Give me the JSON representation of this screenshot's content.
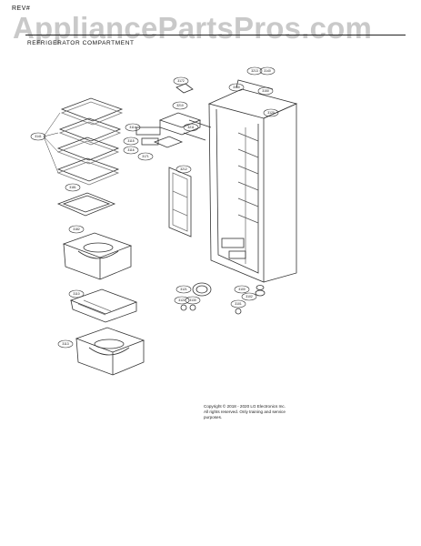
{
  "header": {
    "revision_label": "REV#",
    "watermark": "AppliancePartsPros.com",
    "section_title": "REFRIGERATOR COMPARTMENT"
  },
  "callouts": [
    {
      "label": "3141"
    },
    {
      "label": "3181"
    },
    {
      "label": "3182"
    },
    {
      "label": "3110"
    },
    {
      "label": "3113"
    },
    {
      "label": "3114"
    },
    {
      "label": "3115"
    },
    {
      "label": "3116"
    },
    {
      "label": "3171"
    },
    {
      "label": "3172"
    },
    {
      "label": "3210"
    },
    {
      "label": "3211"
    },
    {
      "label": "3212"
    },
    {
      "label": "3213"
    },
    {
      "label": "3140"
    },
    {
      "label": "3160"
    },
    {
      "label": "3150"
    },
    {
      "label": "3120"
    },
    {
      "label": "3121"
    },
    {
      "label": "3122"
    },
    {
      "label": "3130"
    },
    {
      "label": "3100"
    },
    {
      "label": "3101"
    },
    {
      "label": "3102"
    }
  ],
  "copyright": {
    "line1": "Copyright © 2018 - 2020 LG Electronics Inc.",
    "line2": "All rights reserved. Only training and service",
    "line3": "purposes."
  }
}
